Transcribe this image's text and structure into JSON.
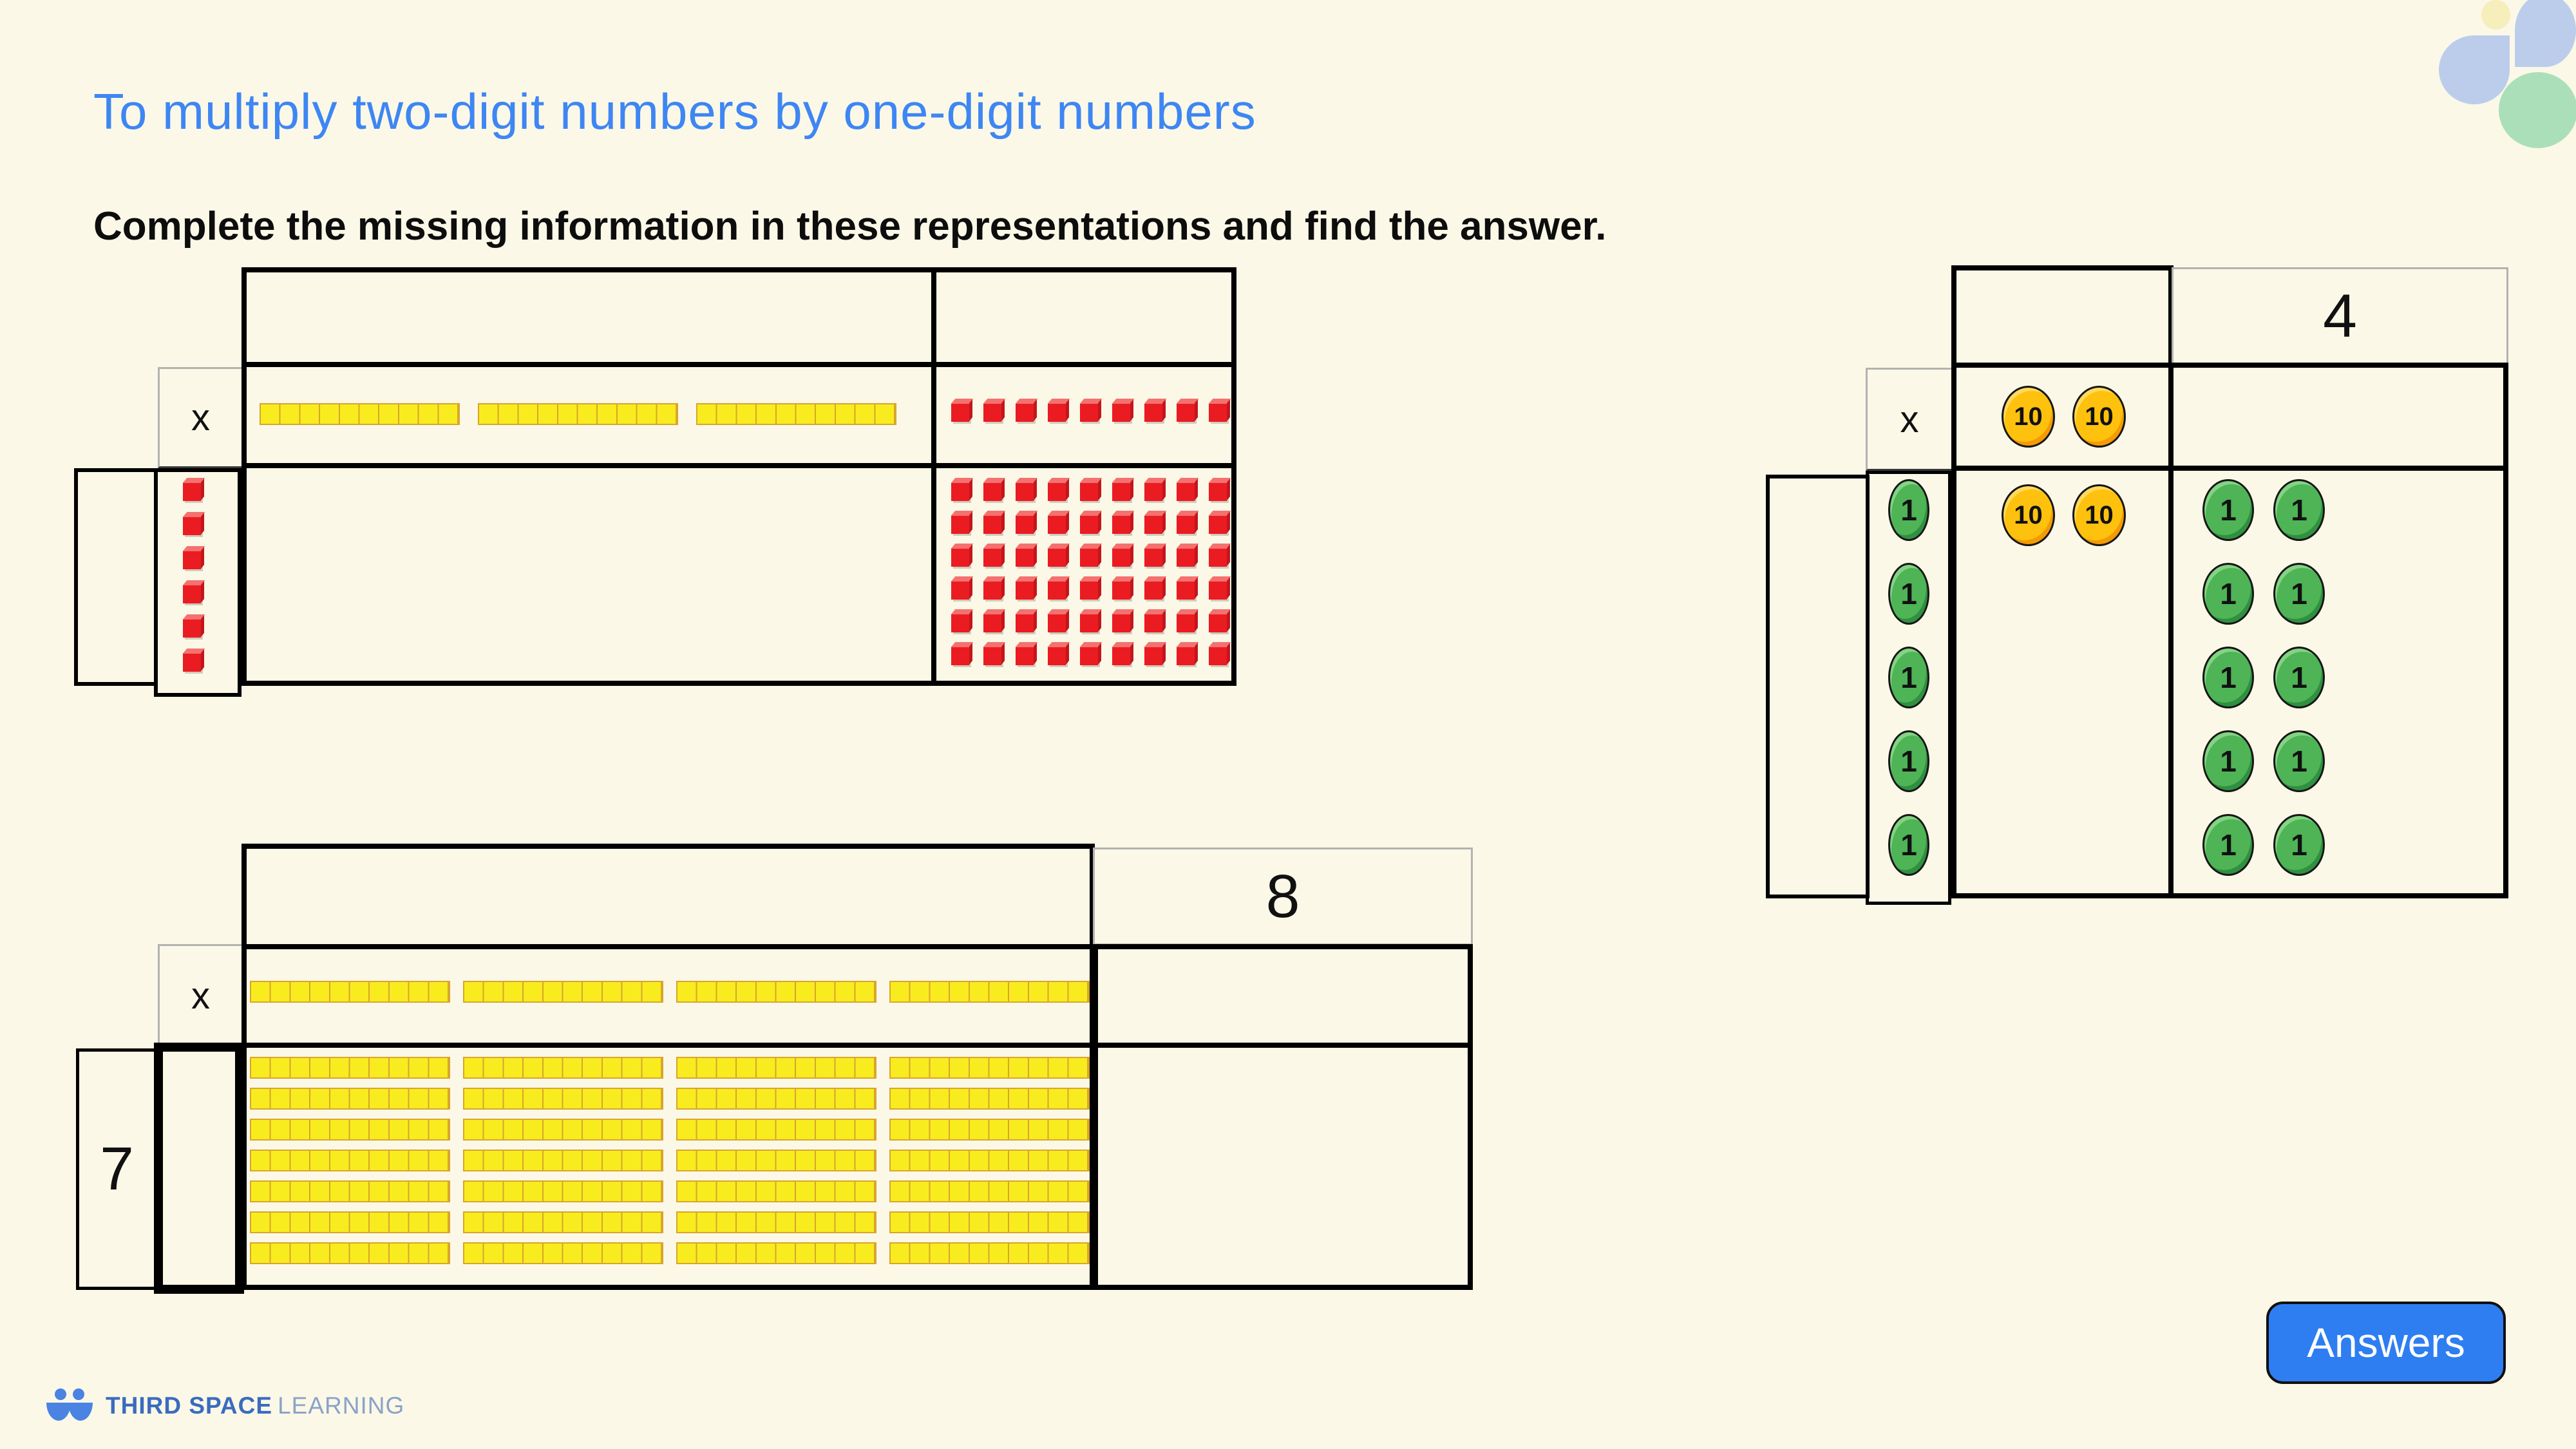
{
  "slide": {
    "title": "To multiply two-digit numbers by one-digit numbers",
    "instruction": "Complete the missing information in these representations and find the answer.",
    "answers_button_label": "Answers",
    "logo_text_bold": "THIRD SPACE",
    "logo_text_light": "LEARNING"
  },
  "colors": {
    "background": "#fbf8e7",
    "title_blue": "#3e86f3",
    "button_blue": "#2e7ef2",
    "rod_yellow": "#f8ec1f",
    "rod_border": "#d9a52c",
    "cube_red": "#ea1c22",
    "counter_ten_yellow": "#fec10d",
    "counter_one_green": "#4eb456",
    "grid_black": "#000000",
    "grid_gray": "#b2b2b0"
  },
  "diagram_blocks_top": {
    "multiply_symbol": "x",
    "header_tens_label": "",
    "header_ones_label": "",
    "multiplier_label": "",
    "tens_rods_count": 3,
    "ones_cubes_count": 9,
    "multiplier_cubes_count": 6,
    "product_ones_cubes_count": 54,
    "product_ones_rows": 6,
    "product_ones_cols": 9
  },
  "diagram_counters_right": {
    "multiply_symbol": "x",
    "header_ones_label": "4",
    "ten_counter_label": "10",
    "one_counter_label": "1",
    "tens_counters_count": 2,
    "product_tens_counters_count": 2,
    "multiplier_counters_count": 5,
    "product_ones_counters_count": 10
  },
  "diagram_blocks_bottom": {
    "multiply_symbol": "x",
    "header_ones_label": "8",
    "multiplier_label": "7",
    "tens_rods_count": 4,
    "product_rods_count": 28,
    "product_rods_rows": 7,
    "product_rods_cols": 4
  }
}
